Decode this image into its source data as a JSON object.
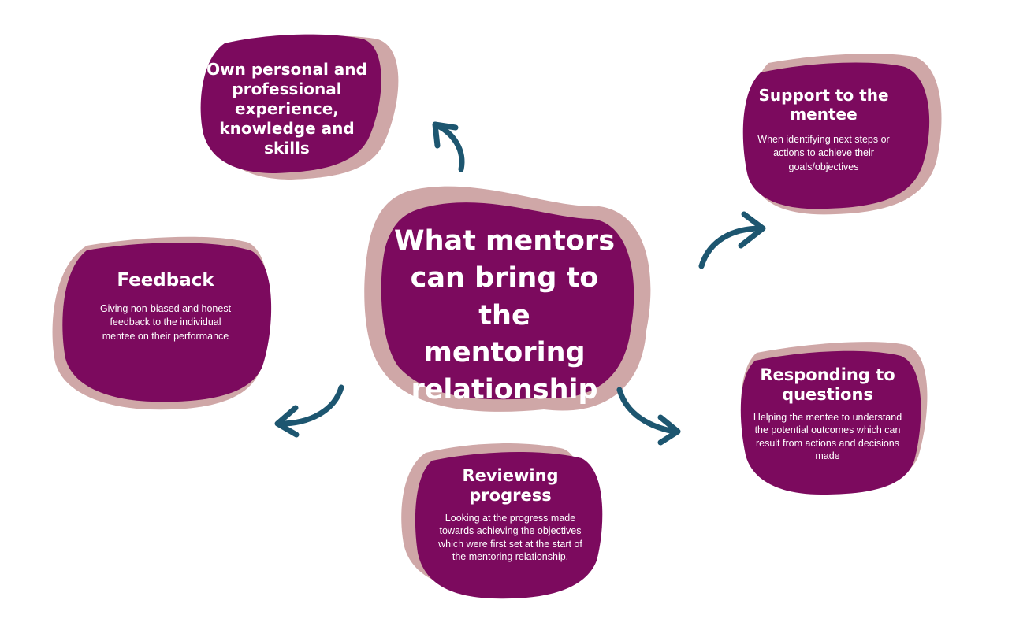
{
  "colors": {
    "primary": "#7c0a5e",
    "shadow": "#cfa7a7",
    "arrow": "#1d5670",
    "text": "#ffffff"
  },
  "center": {
    "lines": [
      "What mentors",
      "can bring to the",
      "mentoring",
      "relationship"
    ]
  },
  "nodes": {
    "experience": {
      "title_lines": [
        "Own personal and",
        "professional",
        "experience,",
        "knowledge and",
        "skills"
      ]
    },
    "support": {
      "title_lines": [
        "Support to the",
        "mentee"
      ],
      "desc_lines": [
        "When identifying next steps or",
        "actions to achieve their",
        "goals/objectives"
      ]
    },
    "feedback": {
      "title_lines": [
        "Feedback"
      ],
      "desc_lines": [
        "Giving non-biased and honest",
        "feedback to the individual",
        "mentee on their performance"
      ]
    },
    "responding": {
      "title_lines": [
        "Responding to",
        "questions"
      ],
      "desc_lines": [
        "Helping the mentee to understand",
        "the potential outcomes which can",
        "result from actions and decisions",
        "made"
      ]
    },
    "reviewing": {
      "title_lines": [
        "Reviewing",
        "progress"
      ],
      "desc_lines": [
        "Looking at the progress made",
        "towards achieving the objectives",
        "which were first set at the start of",
        "the mentoring relationship."
      ]
    }
  },
  "icons": {
    "arrows": [
      "curved-arrow-icon",
      "curved-arrow-icon",
      "curved-arrow-icon",
      "curved-arrow-icon"
    ]
  }
}
